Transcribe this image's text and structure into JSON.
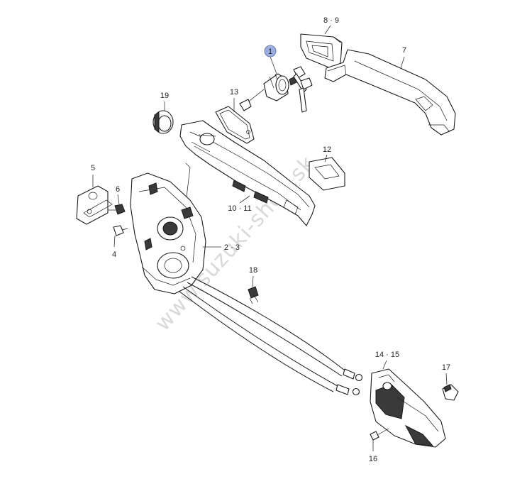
{
  "watermark": "www.suzuki-shop.sk",
  "highlight_color": "#9aaee0",
  "parts": [
    {
      "id": "1",
      "label": "1",
      "highlighted": true
    },
    {
      "id": "2-3",
      "label": "2 · 3"
    },
    {
      "id": "4",
      "label": "4"
    },
    {
      "id": "5",
      "label": "5"
    },
    {
      "id": "6",
      "label": "6"
    },
    {
      "id": "7",
      "label": "7"
    },
    {
      "id": "8-9",
      "label": "8 · 9"
    },
    {
      "id": "10-11",
      "label": "10 · 11"
    },
    {
      "id": "12",
      "label": "12"
    },
    {
      "id": "13",
      "label": "13"
    },
    {
      "id": "14-15",
      "label": "14 · 15"
    },
    {
      "id": "16",
      "label": "16"
    },
    {
      "id": "17",
      "label": "17"
    },
    {
      "id": "18",
      "label": "18"
    },
    {
      "id": "19",
      "label": "19"
    }
  ]
}
